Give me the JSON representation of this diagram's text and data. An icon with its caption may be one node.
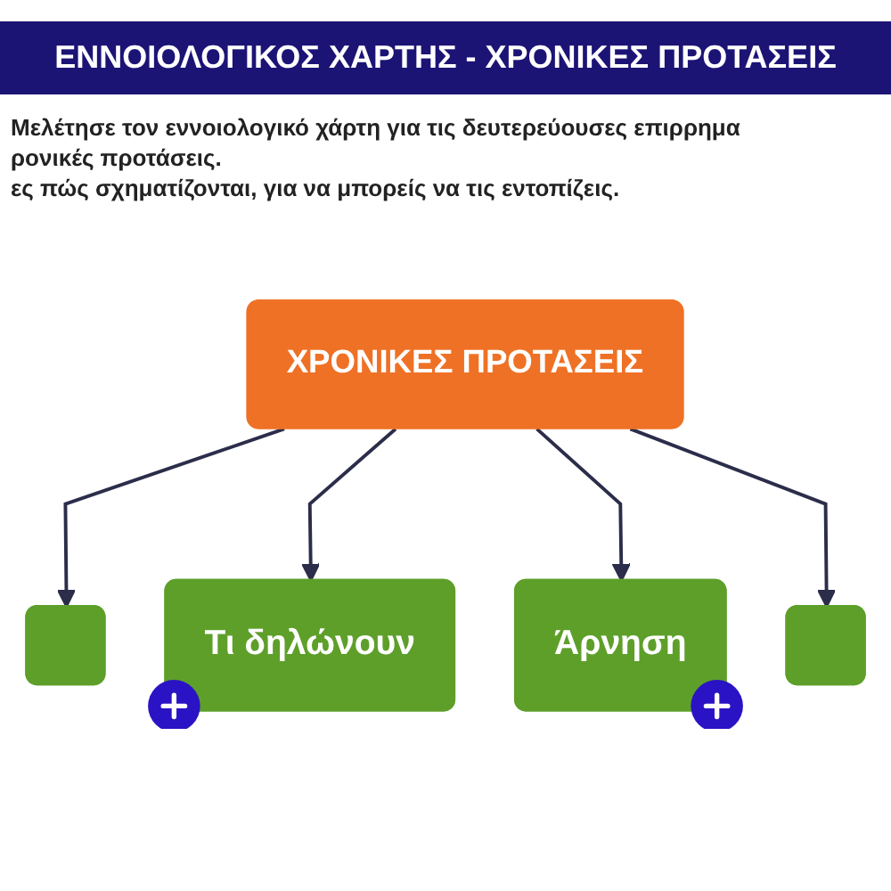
{
  "diagram": {
    "title": "ΕΝΝΟΙΟΛΟΓΙΚΟΣ ΧΑΡΤΗΣ - ΧΡΟΝΙΚΕΣ ΠΡΟΤΑΣΕΙΣ",
    "nodes": [
      {
        "text": [
          "ΧΡΟΝΙΚΕΣ ΠΡΟΤΑΣΕΙΣ"
        ]
      },
      {
        "text": [],
        "shape": "box"
      },
      {
        "text": [],
        "shape": "box"
      },
      {
        "text": [
          "Τι δηλώνουν"
        ]
      },
      {
        "text": [
          "Άρνηση"
        ]
      }
    ],
    "edges": [
      {
        "from": 0,
        "to": 1,
        "arrow": "to"
      },
      {
        "from": 0,
        "to": 3,
        "arrow": "to"
      },
      {
        "from": 0,
        "to": 4,
        "arrow": "to"
      },
      {
        "from": 0,
        "to": 2,
        "arrow": "to"
      }
    ],
    "labels": [
      "Μελέτησε τον εννοιολογικό χάρτη για τις δευτερεύουσες επιρρημα",
      "ρονικές προτάσεις.",
      "ες πώς σχηματίζονται, για να μπορείς να τις εντοπίζεις."
    ]
  }
}
